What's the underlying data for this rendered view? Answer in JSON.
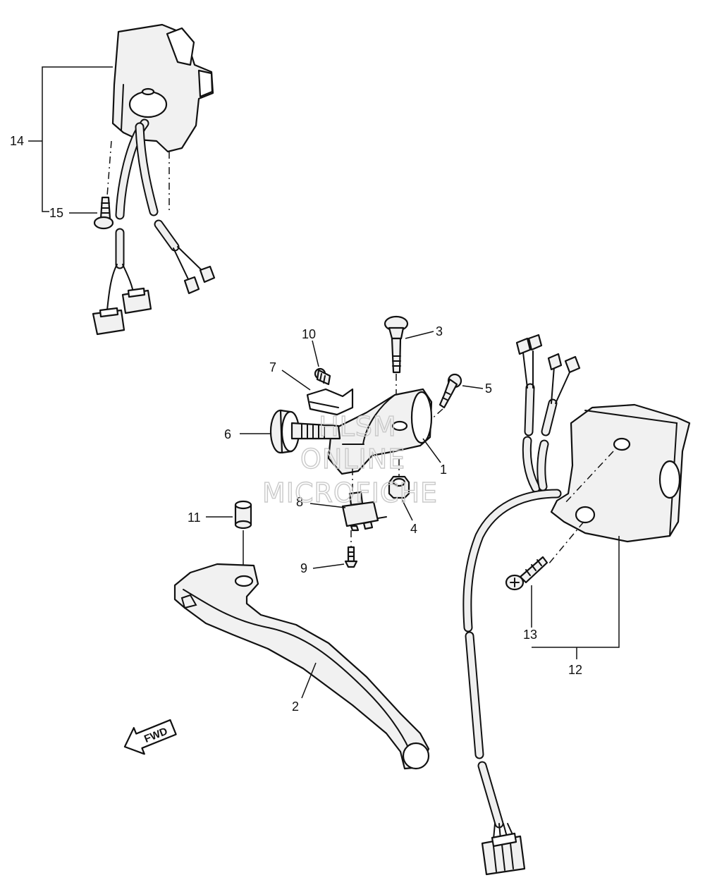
{
  "callouts": {
    "c1": "1",
    "c2": "2",
    "c3": "3",
    "c4": "4",
    "c5": "5",
    "c6": "6",
    "c7": "7",
    "c8": "8",
    "c9": "9",
    "c10": "10",
    "c11": "11",
    "c12": "12",
    "c13": "13",
    "c14": "14",
    "c15": "15"
  },
  "fwd_arrow": {
    "label": "FWD"
  },
  "watermark": {
    "line1": "HLSM",
    "line2": "ONLINE",
    "line3": "MICROFICHE"
  }
}
